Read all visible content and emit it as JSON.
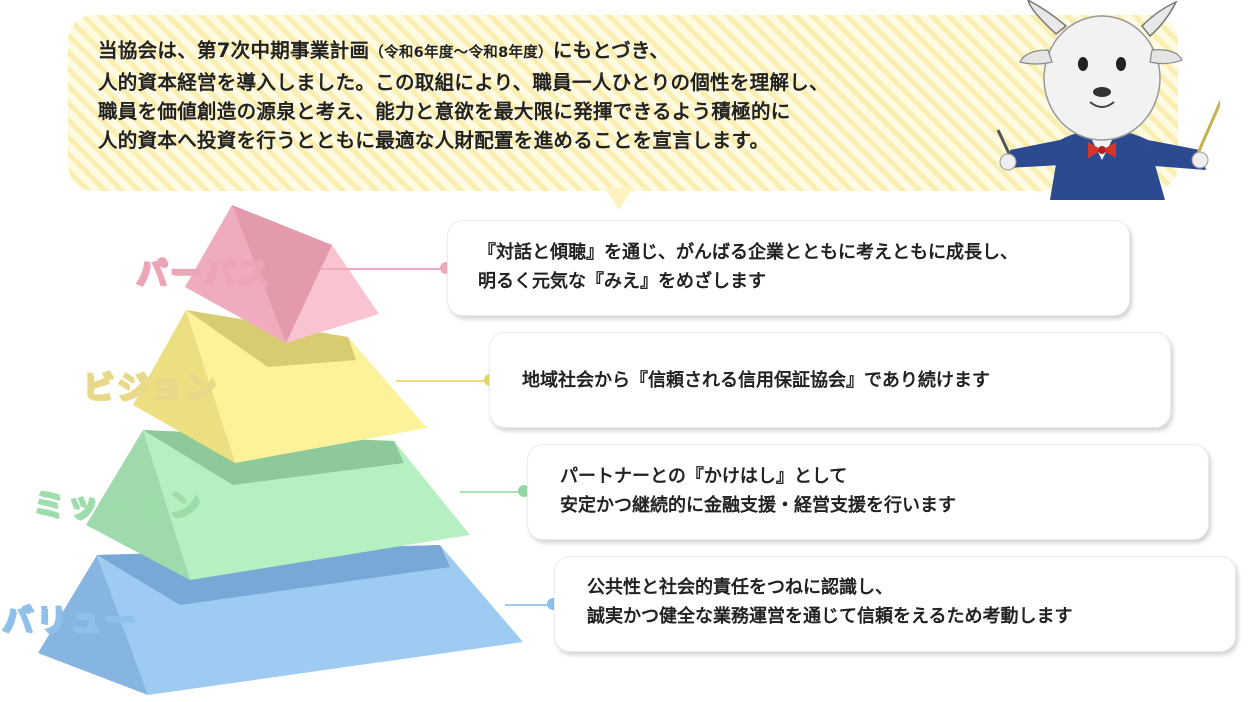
{
  "declaration": {
    "line1_main": "当協会は、第7次中期事業計画",
    "line1_paren": "（令和6年度〜令和8年度）",
    "line1_end": "にもとづき、",
    "line2": "人的資本経営を導入しました。この取組により、職員一人ひとりの個性を理解し、",
    "line3": "職員を価値創造の源泉と考え、能力と意欲を最大限に発揮できるよう積極的に",
    "line4": "人的資本へ投資を行うとともに最適な人財配置を進めることを宣言します。"
  },
  "pyramid": {
    "tiers": [
      {
        "label": "パーパス",
        "lines": [
          "『対話と傾聴』を通じ、がんばる企業とともに考えともに成長し、",
          "明るく元気な『みえ』をめざします"
        ],
        "color": "#f0a9b9"
      },
      {
        "label": "ビジョン",
        "lines": [
          "地域社会から『信頼される信用保証協会』であり続けます"
        ],
        "color": "#f6ea8c"
      },
      {
        "label": "ミッション",
        "lines": [
          "パートナーとの『かけはし』として",
          "安定かつ継続的に金融支援・経営支援を行います"
        ],
        "color": "#a8e6b6"
      },
      {
        "label": "バリュー",
        "lines": [
          "公共性と社会的責任をつねに認識し、",
          "誠実かつ健全な業務運営を通じて信頼をえるため考動します"
        ],
        "color": "#9ecbf2"
      }
    ]
  },
  "mascot": {
    "icon": "goat-mascot-icon"
  }
}
